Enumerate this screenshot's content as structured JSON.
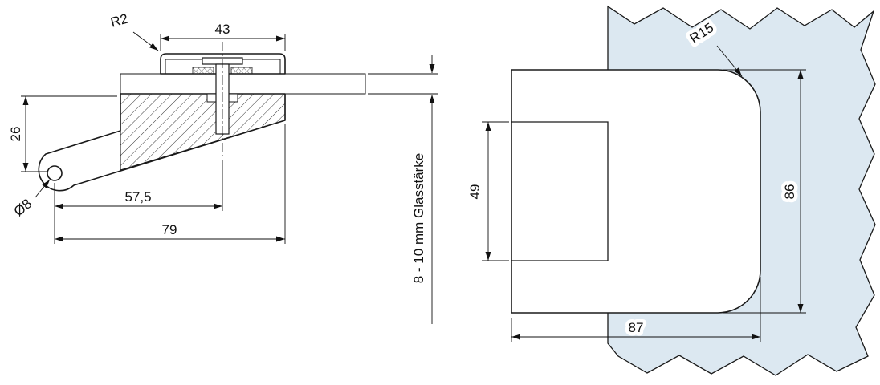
{
  "colors": {
    "glass": "#dce8f1",
    "line": "#1a1a1a",
    "background": "#ffffff"
  },
  "side_view": {
    "dimensions": {
      "cap_radius": "R2",
      "cap_width": "43",
      "pivot_height": "26",
      "pivot_hole_diameter": "Ø8",
      "screw_distance": "57,5",
      "total_length": "79",
      "glass_thickness_note": "8 - 10 mm Glasstärke"
    }
  },
  "front_view": {
    "dimensions": {
      "corner_radius": "R15",
      "clamp_height": "49",
      "body_height": "86",
      "body_width": "87"
    }
  }
}
